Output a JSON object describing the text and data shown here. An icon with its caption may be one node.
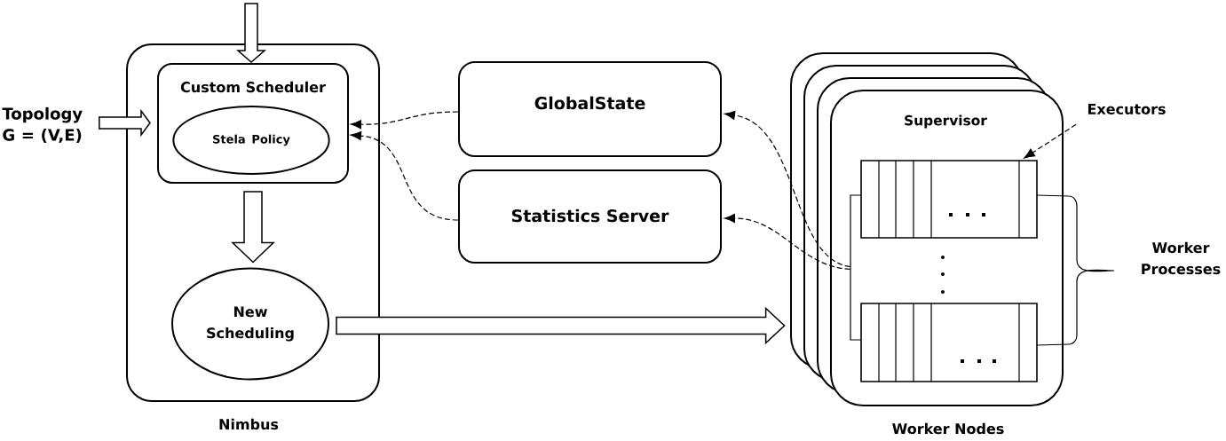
{
  "diagram": {
    "nodes": [
      {
        "text": [
          "Topology G = (V,E)"
        ]
      },
      {
        "text": [
          "Nimbus"
        ]
      },
      {
        "text": [
          "Custom Scheduler"
        ],
        "in": 1
      },
      {
        "text": [
          "Stela Policy"
        ],
        "in": 2
      },
      {
        "text": [
          "New Scheduling"
        ],
        "in": 1
      },
      {
        "text": [
          "GlobalState"
        ]
      },
      {
        "text": [
          "Statistics Server"
        ]
      },
      {
        "text": [
          "Supervisor",
          "Worker Nodes"
        ]
      },
      {
        "text": [],
        "shape": "box",
        "in": 7
      },
      {
        "text": [],
        "shape": "box",
        "in": 7
      },
      {
        "text": [
          "Executors"
        ]
      }
    ],
    "edges": [
      {
        "from": null,
        "to": 2,
        "arrow": "to"
      },
      {
        "from": 0,
        "to": 2,
        "arrow": "to"
      },
      {
        "from": 2,
        "to": 4,
        "arrow": "to"
      },
      {
        "from": 4,
        "to": 7,
        "arrow": "to"
      },
      {
        "from": 5,
        "to": 2,
        "arrow": "to",
        "style": "dashed"
      },
      {
        "from": 6,
        "to": 2,
        "arrow": "to",
        "style": "dashed"
      },
      {
        "from": 7,
        "to": 5,
        "arrow": "to",
        "style": "dashed"
      },
      {
        "from": 7,
        "to": 6,
        "arrow": "to",
        "style": "dashed"
      },
      {
        "from": 10,
        "to": 8,
        "arrow": "to",
        "style": "dashed"
      }
    ],
    "labels": [
      "Worker Processes"
    ]
  }
}
